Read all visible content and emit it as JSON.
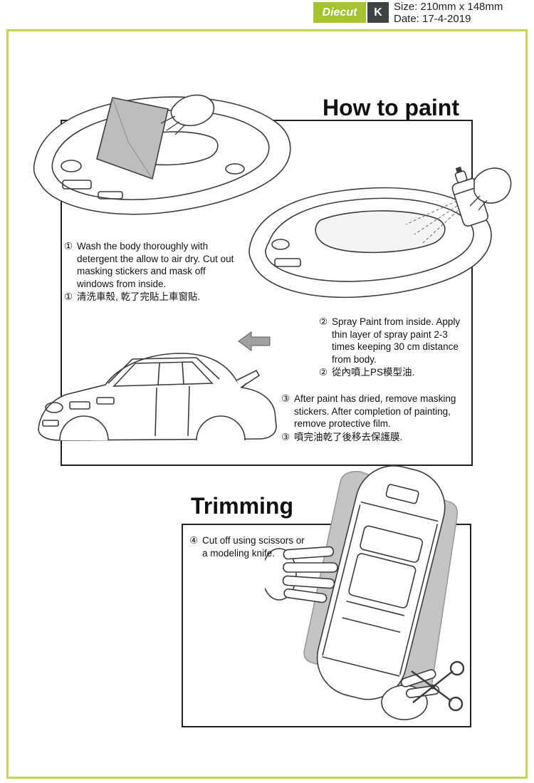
{
  "header": {
    "diecut_label": "Diecut",
    "k_label": "K",
    "size_text": "Size: 210mm x 148mm",
    "date_text": "Date: 17-4-2019"
  },
  "paint": {
    "title": "How to paint",
    "step1_num": "①",
    "step1_en": "Wash the body thoroughly with detergent the allow to air dry. Cut out masking stickers and mask off windows from inside.",
    "step1_zh": "清洗車殼, 乾了完貼上車窗貼.",
    "step2_num": "②",
    "step2_en": "Spray Paint from inside. Apply thin layer of spray paint 2-3 times keeping 30 cm distance from body.",
    "step2_zh": "從內噴上PS模型油.",
    "step3_num": "③",
    "step3_en": "After paint has dried, remove masking stickers. After completion of painting, remove protective film.",
    "step3_zh": "噴完油乾了後移去保護膜."
  },
  "trimming": {
    "title": "Trimming",
    "step4_num": "④",
    "step4_en": "Cut off using scissors or a modeling knife."
  },
  "colors": {
    "frame": "#c9d35b",
    "brand_badge_bg": "#a4c32d",
    "letter_badge_bg": "#3f4442",
    "ink": "#1c1c1c",
    "gray_fill": "#c4c4c4"
  }
}
